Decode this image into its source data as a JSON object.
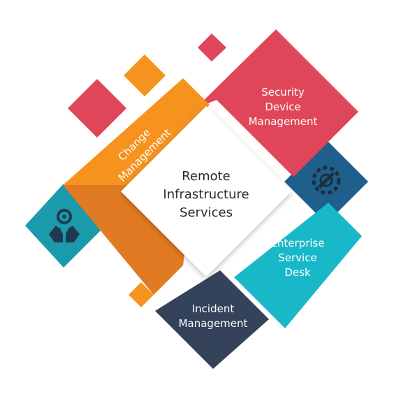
{
  "center": {
    "line1": "Remote",
    "line2": "Infrastructure",
    "line3": "Services"
  },
  "segments": {
    "security": {
      "line1": "Security",
      "line2": "Device",
      "line3": "Management",
      "color": "#e04659"
    },
    "change": {
      "line1": "Change",
      "line2": "Management",
      "color": "#f6921e"
    },
    "enterprise": {
      "line1": "Enterprise",
      "line2": "Service",
      "line3": "Desk",
      "color": "#19b8c9"
    },
    "incident": {
      "line1": "Incident",
      "line2": "Management",
      "color": "#34435a"
    }
  },
  "icons": {
    "gear_hands": "gear-hands-icon",
    "gear_wrench": "gear-wrench-icon"
  },
  "colors": {
    "pink": "#e04659",
    "orange": "#f6921e",
    "dark_orange": "#e07b23",
    "teal": "#19b8c9",
    "teal_dark": "#1a8fa0",
    "navy": "#34435a",
    "blue": "#1f5f8c"
  }
}
